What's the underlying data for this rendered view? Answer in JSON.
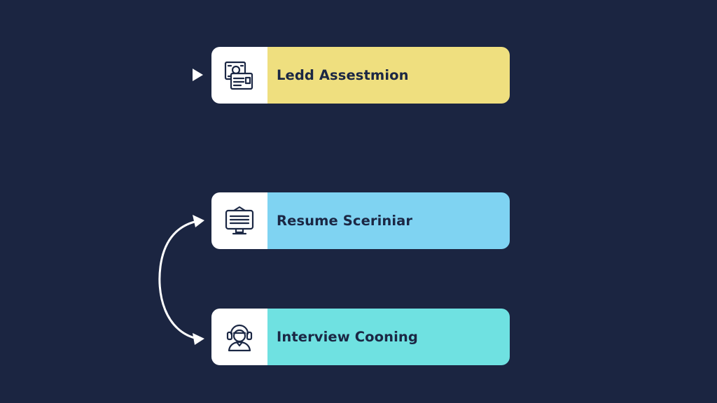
{
  "colors": {
    "background": "#1b2541",
    "text": "#1b2744",
    "connector": "#ffffff",
    "icon_stroke": "#1b2744"
  },
  "steps": [
    {
      "label": "Ledd Assestmion",
      "icon": "document-icon",
      "color": "#efdf7f"
    },
    {
      "label": "Resume Sceriniar",
      "icon": "monitor-icon",
      "color": "#7fd3f2"
    },
    {
      "label": "Interview Cooning",
      "icon": "headset-person-icon",
      "color": "#6fe1e1"
    }
  ]
}
